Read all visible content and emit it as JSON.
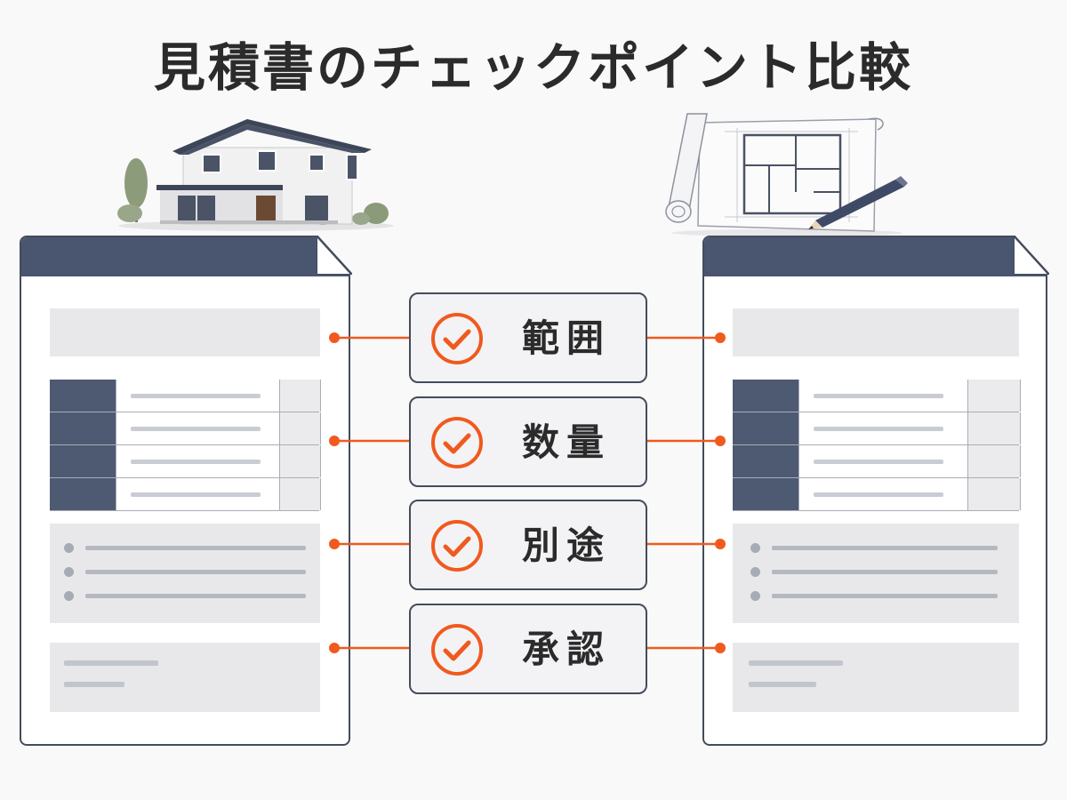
{
  "title": "見積書のチェックポイント比較",
  "checkpoints": [
    {
      "label": "範囲"
    },
    {
      "label": "数量"
    },
    {
      "label": "別途"
    },
    {
      "label": "承認"
    }
  ],
  "colors": {
    "accent": "#f05a1e",
    "navy": "#4a5670",
    "outline": "#444c5c",
    "block": "#e8e8eb"
  }
}
